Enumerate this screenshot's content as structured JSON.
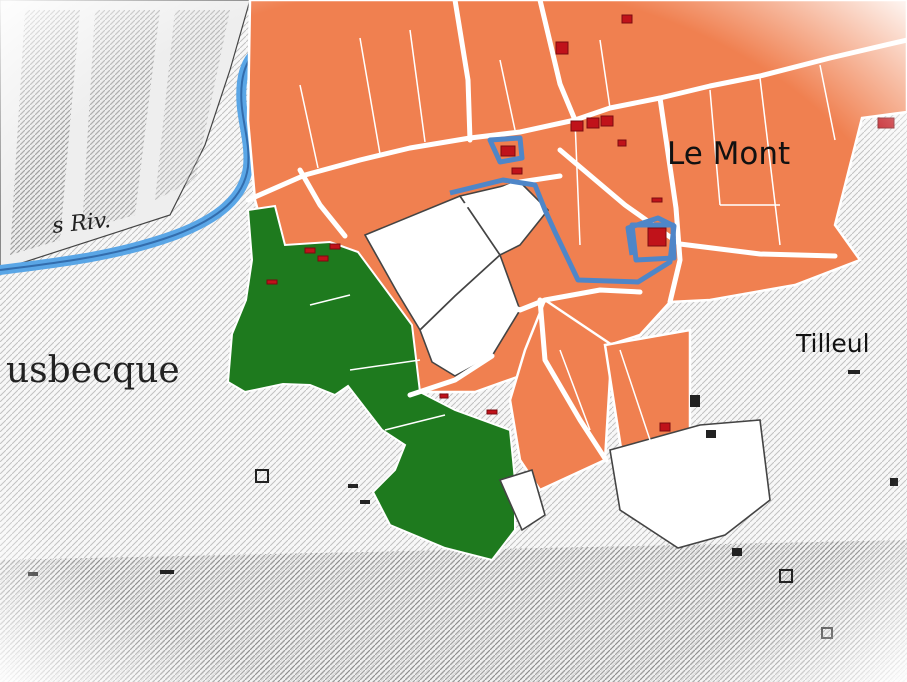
{
  "map": {
    "labels": {
      "le_mont": "Le Mont",
      "tilleul": "Tilleul",
      "river": "s Riv.",
      "village": "usbecque"
    },
    "colors": {
      "orange_parcels": "#f08050",
      "green_parcels": "#1e7a1e",
      "white_parcels": "#ffffff",
      "river": "#5aa6e6",
      "moat": "#4f86c8",
      "buildings": "#c0121a",
      "old_map_ink": "#2a2a2a",
      "paper": "#f7f7f7"
    }
  }
}
